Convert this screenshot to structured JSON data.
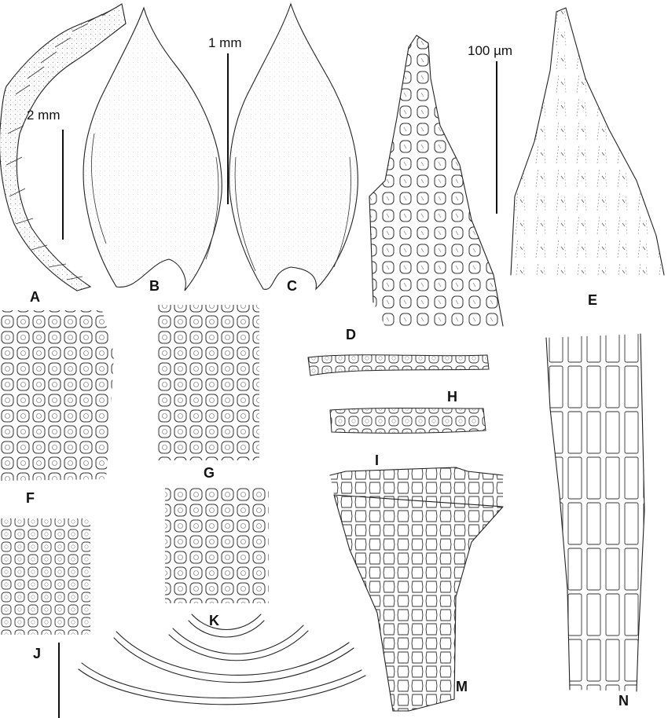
{
  "panels": {
    "A": "A",
    "B": "B",
    "C": "C",
    "D": "D",
    "E": "E",
    "F": "F",
    "G": "G",
    "H": "H",
    "I": "I",
    "J": "J",
    "K": "K",
    "M": "M",
    "N": "N"
  },
  "scale_bars": {
    "shoot": "2 mm",
    "leaf": "1 mm",
    "cells": "100 µm"
  },
  "colors": {
    "ink": "#222222",
    "background": "#ffffff"
  }
}
